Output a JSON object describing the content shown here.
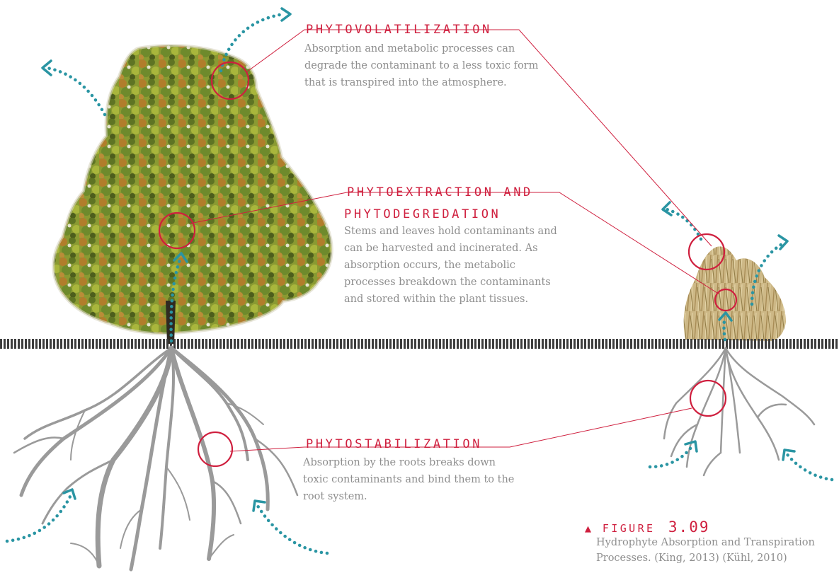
{
  "annotations": {
    "phytovolatilization": {
      "title": "PHYTOVOLATILIZATION",
      "text": "Absorption and metabolic processes can degrade the contaminant to a less toxic form that is transpired into the atmosphere."
    },
    "phytoextraction": {
      "title_line1": "PHYTOEXTRACTION AND",
      "title_line2": "PHYTODEGREDATION",
      "text": "Stems and leaves hold contaminants and can be harvested and incinerated. As absorption occurs, the metabolic processes breakdown the contaminants and stored within the plant tissues."
    },
    "phytostabilization": {
      "title": "PHYTOSTABILIZATION",
      "text": "Absorption by the roots breaks down toxic contaminants and bind them to the root system."
    }
  },
  "figure": {
    "marker": "▲",
    "label": "FIGURE",
    "number": "3.09",
    "caption": "Hydrophyte Absorption and Transpiration Processes. (King, 2013) (Kühl, 2010)"
  },
  "colors": {
    "accent_red": "#cf1f3e",
    "arrow_teal": "#2a95a3",
    "text_gray": "#8e8e8e",
    "root_gray": "#9a9a9a",
    "ground_dark": "#3d3d3d",
    "foliage_green": "#8a9a32",
    "foliage_orange": "#b7782a",
    "grass_tan": "#c9b27a"
  }
}
